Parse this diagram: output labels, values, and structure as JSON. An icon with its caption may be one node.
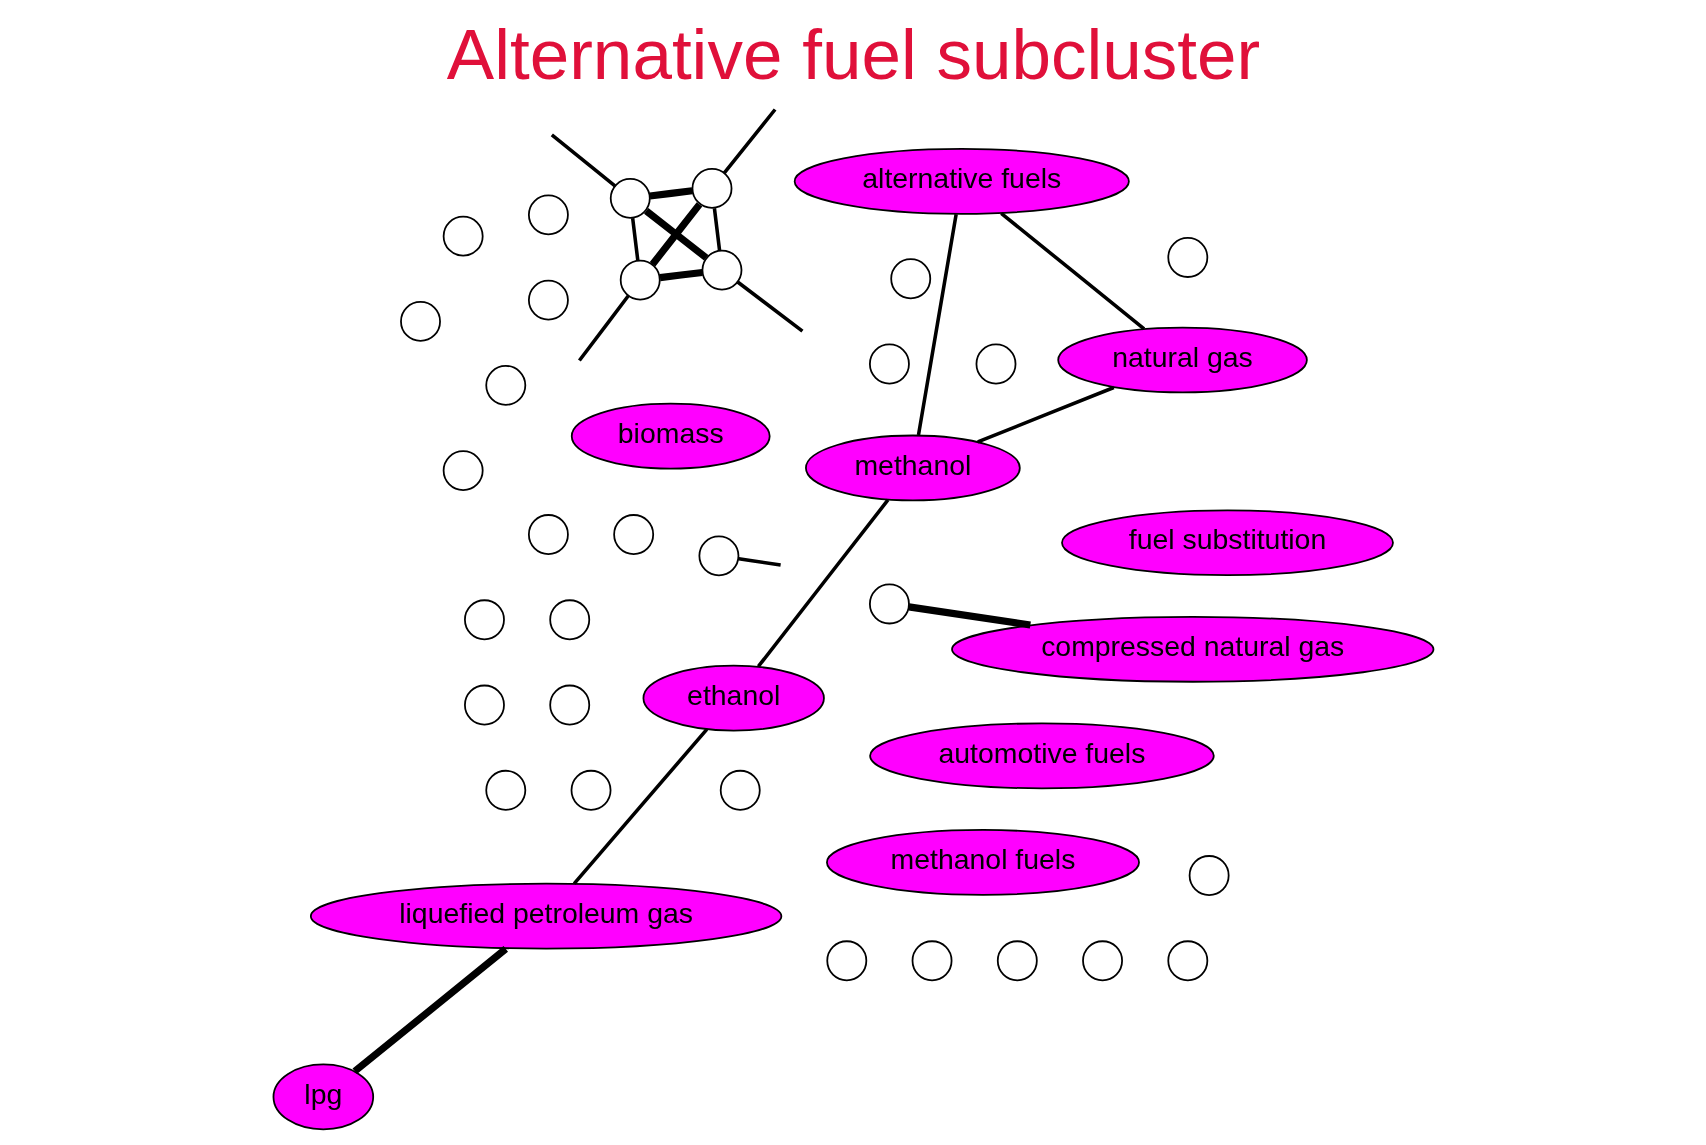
{
  "diagram": {
    "title": "Alternative fuel subcluster",
    "nodes": [
      {
        "text": [],
        "shape": "circle"
      },
      {
        "text": [],
        "shape": "circle"
      },
      {
        "text": [],
        "shape": "circle"
      },
      {
        "text": [],
        "shape": "circle"
      },
      {
        "text": [],
        "shape": "circle"
      },
      {
        "text": [],
        "shape": "circle"
      },
      {
        "text": [],
        "shape": "circle"
      },
      {
        "text": [
          "methanol fuels"
        ]
      },
      {
        "text": [
          "automotive fuels"
        ]
      },
      {
        "text": [],
        "shape": "circle"
      },
      {
        "text": [
          "biomass"
        ]
      },
      {
        "text": [
          "methanol"
        ]
      },
      {
        "text": [
          "ethanol"
        ]
      },
      {
        "text": [],
        "shape": "circle"
      },
      {
        "text": [],
        "shape": "circle"
      },
      {
        "text": [
          "liquefied petroleum gas"
        ]
      },
      {
        "text": [
          "lpg"
        ]
      },
      {
        "text": [
          "natural gas"
        ]
      },
      {
        "text": [
          "fuel substitution"
        ]
      },
      {
        "text": [],
        "shape": "circle"
      },
      {
        "text": [],
        "shape": "circle"
      },
      {
        "text": [
          "compressed natural gas"
        ]
      },
      {
        "text": [],
        "shape": "circle"
      },
      {
        "text": [],
        "shape": "circle"
      },
      {
        "text": [],
        "shape": "circle"
      },
      {
        "text": [],
        "shape": "circle"
      },
      {
        "text": [],
        "shape": "circle"
      },
      {
        "text": [],
        "shape": "circle"
      },
      {
        "text": [],
        "shape": "circle"
      },
      {
        "text": [],
        "shape": "circle"
      },
      {
        "text": [],
        "shape": "circle"
      },
      {
        "text": [],
        "shape": "circle"
      },
      {
        "text": [],
        "shape": "circle"
      },
      {
        "text": [],
        "shape": "circle"
      },
      {
        "text": [],
        "shape": "circle"
      },
      {
        "text": [
          "alternative fuels"
        ]
      },
      {
        "text": [],
        "shape": "circle"
      },
      {
        "text": [],
        "shape": "circle"
      },
      {
        "text": [],
        "shape": "circle"
      },
      {
        "text": [],
        "shape": "circle"
      },
      {
        "text": [],
        "shape": "circle"
      },
      {
        "text": [],
        "shape": "circle"
      }
    ],
    "edges": [
      {
        "from": 17,
        "to": 11,
        "arrow": "none"
      },
      {
        "from": 11,
        "to": 12,
        "arrow": "none"
      },
      {
        "from": 12,
        "to": 15,
        "arrow": "none"
      },
      {
        "from": 16,
        "to": 15,
        "arrow": "none",
        "style": "thick"
      },
      {
        "from": 19,
        "to": 21,
        "arrow": "none",
        "style": "thick"
      },
      {
        "from": 17,
        "to": 35,
        "arrow": "none"
      },
      {
        "from": 11,
        "to": 35,
        "arrow": "none"
      },
      {
        "from": 30,
        "to": null,
        "arrow": "none"
      },
      {
        "from": 28,
        "to": 27,
        "arrow": "none",
        "style": "thick"
      },
      {
        "from": 28,
        "to": 32,
        "arrow": "none",
        "style": "thick"
      },
      {
        "from": 28,
        "to": 40,
        "arrow": "none"
      },
      {
        "from": 28,
        "to": null,
        "arrow": "none"
      },
      {
        "from": 27,
        "to": 32,
        "arrow": "none"
      },
      {
        "from": 27,
        "to": 40,
        "arrow": "none",
        "style": "thick"
      },
      {
        "from": 32,
        "to": 40,
        "arrow": "none",
        "style": "thick"
      },
      {
        "from": 27,
        "to": null,
        "arrow": "none"
      },
      {
        "from": 32,
        "to": null,
        "arrow": "none"
      },
      {
        "from": 40,
        "to": null,
        "arrow": "none"
      }
    ]
  }
}
